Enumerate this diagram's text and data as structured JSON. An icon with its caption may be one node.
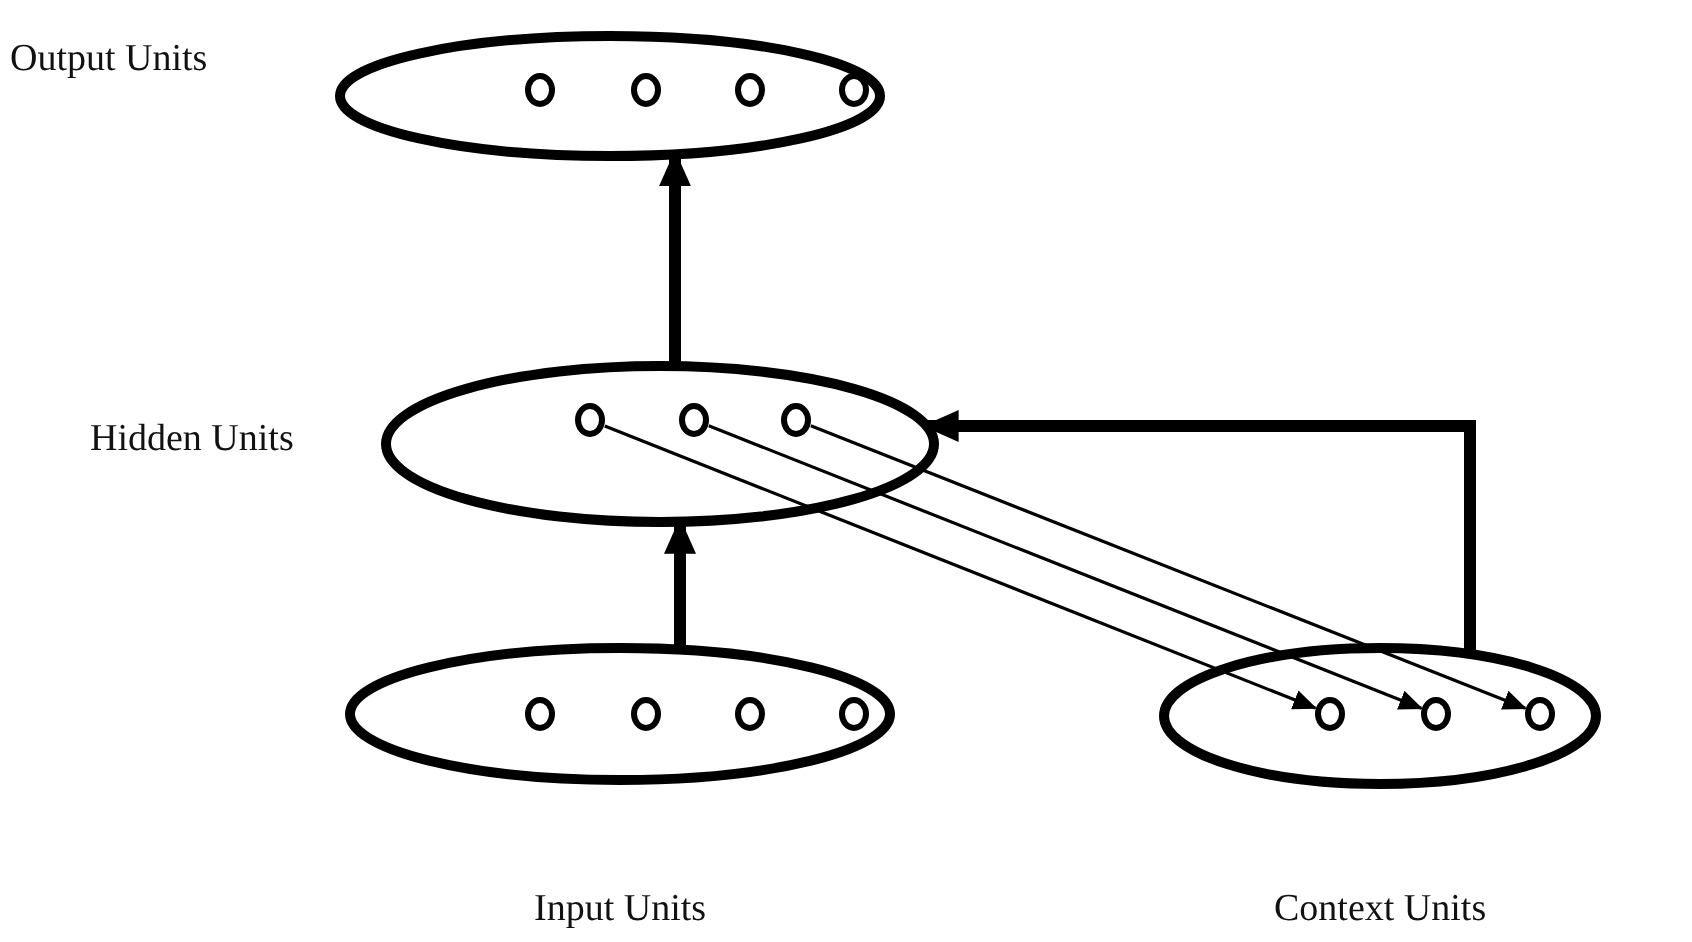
{
  "diagram": {
    "nodes": [
      {
        "text": [
          "Output Units"
        ]
      },
      {
        "text": [],
        "shape": "circle",
        "in": 0
      },
      {
        "text": [],
        "shape": "circle",
        "in": 0
      },
      {
        "text": [],
        "shape": "circle",
        "in": 0
      },
      {
        "text": [],
        "shape": "circle",
        "in": 0
      },
      {
        "text": [
          "Hidden Units"
        ]
      },
      {
        "text": [],
        "shape": "circle",
        "in": 5
      },
      {
        "text": [],
        "shape": "circle",
        "in": 5
      },
      {
        "text": [],
        "shape": "circle",
        "in": 5
      },
      {
        "text": [
          "Input Units"
        ]
      },
      {
        "text": [],
        "shape": "circle",
        "in": 9
      },
      {
        "text": [],
        "shape": "circle",
        "in": 9
      },
      {
        "text": [],
        "shape": "circle",
        "in": 9
      },
      {
        "text": [],
        "shape": "circle",
        "in": 9
      },
      {
        "text": [
          "Context Units"
        ]
      },
      {
        "text": [],
        "shape": "circle",
        "in": 14
      },
      {
        "text": [],
        "shape": "circle",
        "in": 14
      },
      {
        "text": [],
        "shape": "circle",
        "in": 14
      }
    ],
    "edges": [
      {
        "from": 5,
        "to": 0,
        "arrow": "to",
        "style": "thick"
      },
      {
        "from": 9,
        "to": 5,
        "arrow": "to",
        "style": "thick"
      },
      {
        "from": 14,
        "to": 5,
        "arrow": "to",
        "style": "thick"
      },
      {
        "from": 6,
        "to": 15,
        "arrow": "to"
      },
      {
        "from": 7,
        "to": 16,
        "arrow": "to"
      },
      {
        "from": 8,
        "to": 17,
        "arrow": "to"
      }
    ]
  }
}
